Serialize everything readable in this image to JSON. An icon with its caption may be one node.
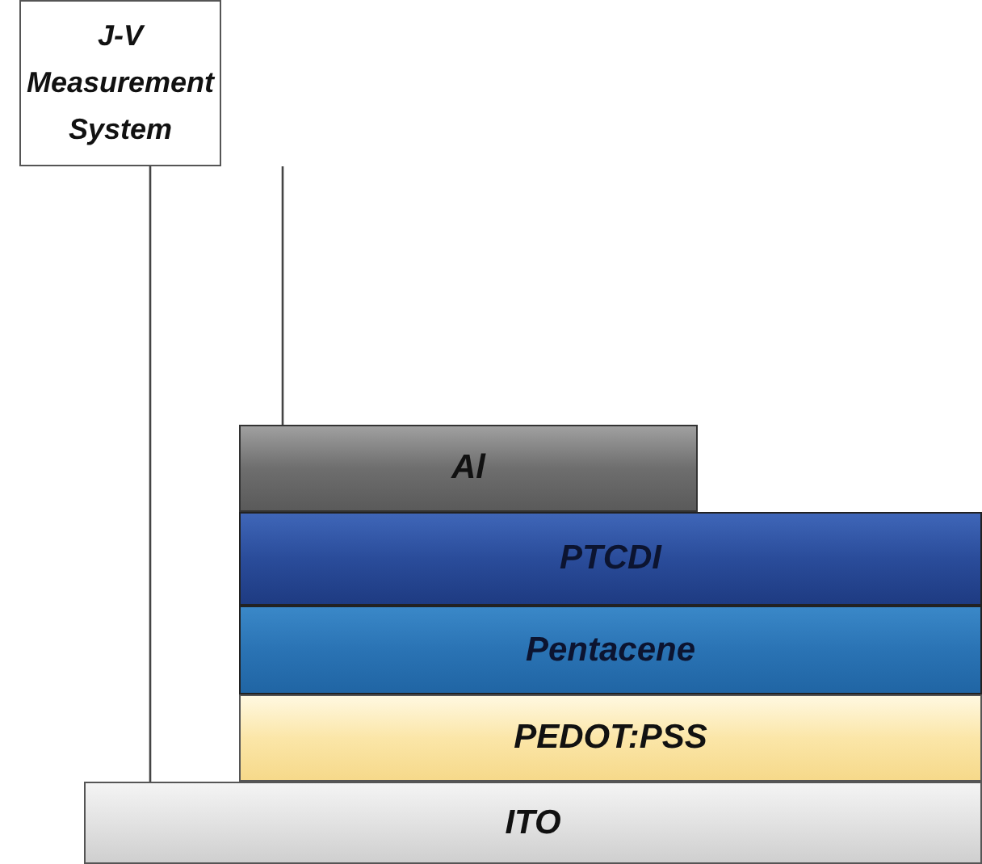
{
  "diagram": {
    "nodes": [
      {
        "text": [
          "J-V Measurement System"
        ]
      },
      {
        "text": [
          "Al"
        ]
      },
      {
        "text": [
          "PTCDI"
        ]
      },
      {
        "text": [
          "Pentacene"
        ]
      },
      {
        "text": [
          "PEDOT:PSS"
        ]
      },
      {
        "text": [
          "ITO"
        ]
      }
    ],
    "edges": [
      {
        "from": 0,
        "to": 5,
        "arrow": "none"
      },
      {
        "from": 0,
        "to": 1,
        "arrow": "none"
      }
    ]
  }
}
